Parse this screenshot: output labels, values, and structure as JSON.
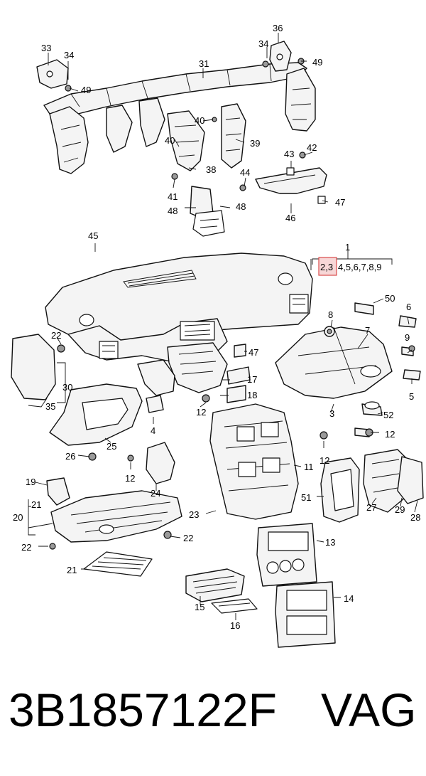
{
  "callouts": [
    {
      "id": "c33",
      "text": "33"
    },
    {
      "id": "c34a",
      "text": "34"
    },
    {
      "id": "c49a",
      "text": "49"
    },
    {
      "id": "c31",
      "text": "31"
    },
    {
      "id": "c36",
      "text": "36"
    },
    {
      "id": "c34b",
      "text": "34"
    },
    {
      "id": "c49b",
      "text": "49"
    },
    {
      "id": "c40a",
      "text": "40"
    },
    {
      "id": "c40b",
      "text": "40"
    },
    {
      "id": "c39",
      "text": "39"
    },
    {
      "id": "c38",
      "text": "38"
    },
    {
      "id": "c41",
      "text": "41"
    },
    {
      "id": "c43",
      "text": "43"
    },
    {
      "id": "c42",
      "text": "42"
    },
    {
      "id": "c44",
      "text": "44"
    },
    {
      "id": "c47a",
      "text": "47"
    },
    {
      "id": "c46",
      "text": "46"
    },
    {
      "id": "c48a",
      "text": "48"
    },
    {
      "id": "c48b",
      "text": "48"
    },
    {
      "id": "c45",
      "text": "45"
    },
    {
      "id": "c1",
      "text": "1"
    },
    {
      "id": "c23h",
      "text": "2,3"
    },
    {
      "id": "c4to9",
      "text": "4,5,6,7,8,9"
    },
    {
      "id": "c50",
      "text": "50"
    },
    {
      "id": "c8",
      "text": "8"
    },
    {
      "id": "c6",
      "text": "6"
    },
    {
      "id": "c7",
      "text": "7"
    },
    {
      "id": "c9",
      "text": "9"
    },
    {
      "id": "c22a",
      "text": "22"
    },
    {
      "id": "c47b",
      "text": "47"
    },
    {
      "id": "c17",
      "text": "17"
    },
    {
      "id": "c18",
      "text": "18"
    },
    {
      "id": "c5",
      "text": "5"
    },
    {
      "id": "c30",
      "text": "30"
    },
    {
      "id": "c35",
      "text": "35"
    },
    {
      "id": "c12a",
      "text": "12"
    },
    {
      "id": "c3",
      "text": "3"
    },
    {
      "id": "c52",
      "text": "52"
    },
    {
      "id": "c4",
      "text": "4"
    },
    {
      "id": "c12b",
      "text": "12"
    },
    {
      "id": "c26",
      "text": "26"
    },
    {
      "id": "c25",
      "text": "25"
    },
    {
      "id": "c12c",
      "text": "12"
    },
    {
      "id": "c12d",
      "text": "12"
    },
    {
      "id": "c11",
      "text": "11"
    },
    {
      "id": "c19",
      "text": "19"
    },
    {
      "id": "c24",
      "text": "24"
    },
    {
      "id": "c51",
      "text": "51"
    },
    {
      "id": "c27",
      "text": "27"
    },
    {
      "id": "c29",
      "text": "29"
    },
    {
      "id": "c28",
      "text": "28"
    },
    {
      "id": "c21a",
      "text": "21"
    },
    {
      "id": "c20",
      "text": "20"
    },
    {
      "id": "c23",
      "text": "23"
    },
    {
      "id": "c13",
      "text": "13"
    },
    {
      "id": "c22b",
      "text": "22"
    },
    {
      "id": "c22c",
      "text": "22"
    },
    {
      "id": "c21b",
      "text": "21"
    },
    {
      "id": "c15",
      "text": "15"
    },
    {
      "id": "c14",
      "text": "14"
    },
    {
      "id": "c16",
      "text": "16"
    }
  ],
  "highlight_color": "#d94b4b",
  "footer": {
    "part_number": "3B1857122F",
    "brand": "VAG"
  }
}
